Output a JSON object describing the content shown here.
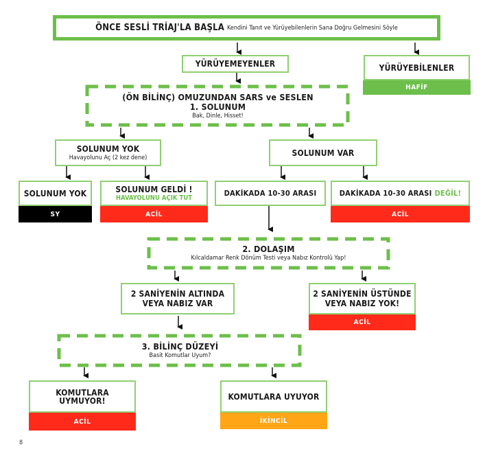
{
  "colors": {
    "green": "#6cbf4a",
    "green_light": "#8fcf72",
    "red": "#ff2a1a",
    "black": "#000000",
    "orange": "#ffa516"
  },
  "top": {
    "title": "ÖNCE SESLİ TRİAJ'LA BAŞLA",
    "subtitle": "Kendini Tanıt ve Yürüyebilenlerin Sana Doğru Gelmesini Söyle"
  },
  "yurumeyenler": {
    "title": "YÜRÜYEMEYENLER"
  },
  "yuruyebilenler": {
    "title": "YÜRÜYEBİLENLER",
    "category": "HAFİF"
  },
  "step1": {
    "line1": "(ÖN BİLİNÇ) OMUZUNDAN SARS ve SESLEN",
    "line2": "1. SOLUNUM",
    "line3": "Bak, Dinle, Hisset!"
  },
  "solunum_yok": {
    "title": "SOLUNUM YOK",
    "subtitle": "Havayolunu Aç (2 kez dene)"
  },
  "solunum_var": {
    "title": "SOLUNUM VAR"
  },
  "solunum_yok_final": {
    "title": "SOLUNUM YOK",
    "category": "SY"
  },
  "solunum_geldi": {
    "title": "SOLUNUM GELDİ !",
    "subtitle": "HAVAYOLUNU AÇIK TUT",
    "category": "ACİL"
  },
  "dakika_ok": {
    "title": "DAKİKADA 10-30 ARASI"
  },
  "dakika_not": {
    "title": "DAKİKADA 10-30 ARASI",
    "highlight": "DEĞİL!",
    "category": "ACİL"
  },
  "step2": {
    "line1": "2. DOLAŞIM",
    "line2": "Kılcaldamar Renk Dönüm Testi veya Nabız Kontrolü Yap!"
  },
  "alti": {
    "line1": "2 SANİYENİN ALTINDA",
    "line2": "VEYA NABIZ VAR"
  },
  "ustu": {
    "line1": "2 SANİYENİN ÜSTÜNDE",
    "line2": "VEYA NABIZ YOK!",
    "category": "ACİL"
  },
  "step3": {
    "line1": "3. BİLİNÇ DÜZEYİ",
    "line2": "Basit Komutlar Uyum?"
  },
  "uymuyor": {
    "line1": "KOMUTLARA",
    "line2": "UYMUYOR!",
    "category": "ACİL"
  },
  "uyuyor": {
    "title": "KOMUTLARA UYUYOR",
    "category": "İKİNCİL"
  },
  "page_number": "8"
}
